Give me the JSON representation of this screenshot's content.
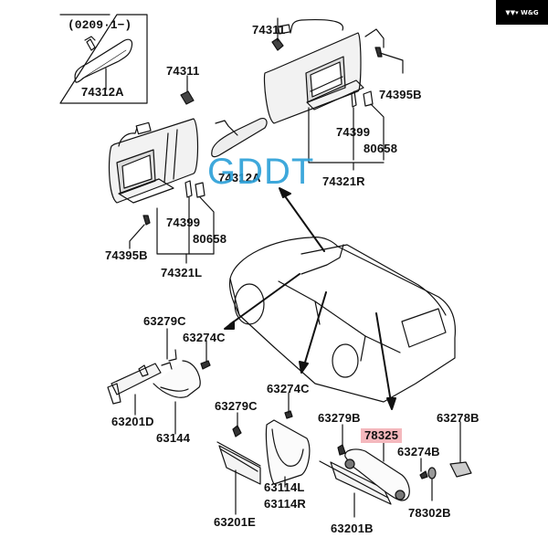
{
  "brand_badge": {
    "text": "W&G",
    "icon": "triple-chevron-logo-icon"
  },
  "watermark": "GDDT",
  "inset": {
    "date_code": "(0209·1−)",
    "part": "74312A"
  },
  "labels": {
    "visor_r_holder": "74311",
    "visor_r_clip": "74395B",
    "visor_r_bulb": "74399",
    "visor_r_lens": "80658",
    "visor_r_assembly": "74321R",
    "visor_l_holder": "74311",
    "visor_l_clip": "74395B",
    "visor_l_bulb": "74399",
    "visor_l_lens": "80658",
    "visor_l_assembly": "74321L",
    "mirror": "74312A",
    "grip_d_screw_cap": "63279C",
    "grip_d_screw": "63274C",
    "grip_d_bracket": "63201D",
    "grip_d_handle": "63144",
    "grip_e_screw_cap": "63279C",
    "grip_e_screw": "63274C",
    "grip_e_bracket": "63201E",
    "grip_e_handle_l": "63114L",
    "grip_e_handle_r": "63114R",
    "grip_b_screw_cap": "63279B",
    "grip_b_handle": "78325",
    "grip_b_screw": "63274B",
    "grip_b_cover": "63278B",
    "grip_b_bracket": "63201B",
    "grip_b_cap": "78302B"
  },
  "highlighted_part": "78325",
  "colors": {
    "highlight": "#f4b8bd",
    "watermark": "#2a9fd8",
    "line": "#111111"
  }
}
